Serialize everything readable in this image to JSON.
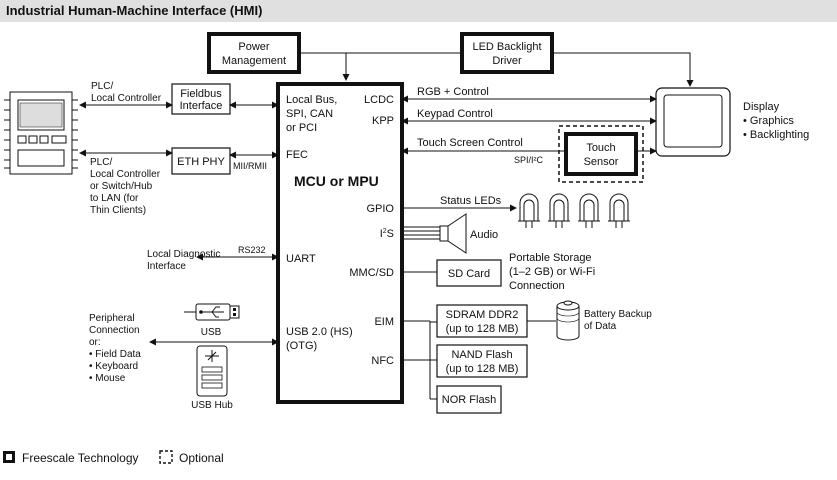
{
  "title": "Industrial Human-Machine Interface (HMI)",
  "blocks": {
    "power": [
      "Power",
      "Management"
    ],
    "led": [
      "LED Backlight",
      "Driver"
    ],
    "fieldbus": [
      "Fieldbus",
      "Interface"
    ],
    "eth_phy": "ETH PHY",
    "mcu": "MCU or MPU",
    "touch_sensor": [
      "Touch",
      "Sensor"
    ],
    "sd_card": "SD Card",
    "sdram": [
      "SDRAM DDR2",
      "(up to 128 MB)"
    ],
    "nand": [
      "NAND Flash",
      "(up to 128 MB)"
    ],
    "nor": "NOR Flash"
  },
  "mcu_ports": {
    "local_bus": [
      "Local Bus,",
      "SPI, CAN",
      "or PCI"
    ],
    "fec": "FEC",
    "uart": "UART",
    "usb": [
      "USB 2.0 (HS)",
      "(OTG)"
    ],
    "lcdc": "LCDC",
    "kpp": "KPP",
    "gpio": "GPIO",
    "i2s_base": "I",
    "i2s_sup": "2",
    "i2s_tail": "S",
    "mmc": "MMC/SD",
    "eim": "EIM",
    "nfc": "NFC"
  },
  "labels": {
    "plc1": [
      "PLC/",
      "Local Controller"
    ],
    "plc2": [
      "PLC/",
      "Local Controller",
      "or Switch/Hub",
      "to LAN (for",
      "Thin Clients)"
    ],
    "mii": "MII/RMII",
    "local_diag": [
      "Local Diagnostic",
      "Interface"
    ],
    "rs232": "RS232",
    "peripheral": [
      "Peripheral",
      "Connection",
      "or:",
      "• Field Data",
      "• Keyboard",
      "• Mouse"
    ],
    "usb": "USB",
    "usb_hub": "USB Hub",
    "rgb": "RGB + Control",
    "keypad": "Keypad Control",
    "touch_ctrl": "Touch Screen Control",
    "spi_i2c": "SPI/I²C",
    "display": [
      "Display",
      "• Graphics",
      "• Backlighting"
    ],
    "status_leds": "Status LEDs",
    "audio": "Audio",
    "portable": [
      "Portable Storage",
      "(1–2 GB) or Wi-Fi",
      "Connection"
    ],
    "battery": [
      "Battery Backup",
      "of Data"
    ]
  },
  "legend": {
    "freescale": "Freescale Technology",
    "optional": "Optional"
  }
}
